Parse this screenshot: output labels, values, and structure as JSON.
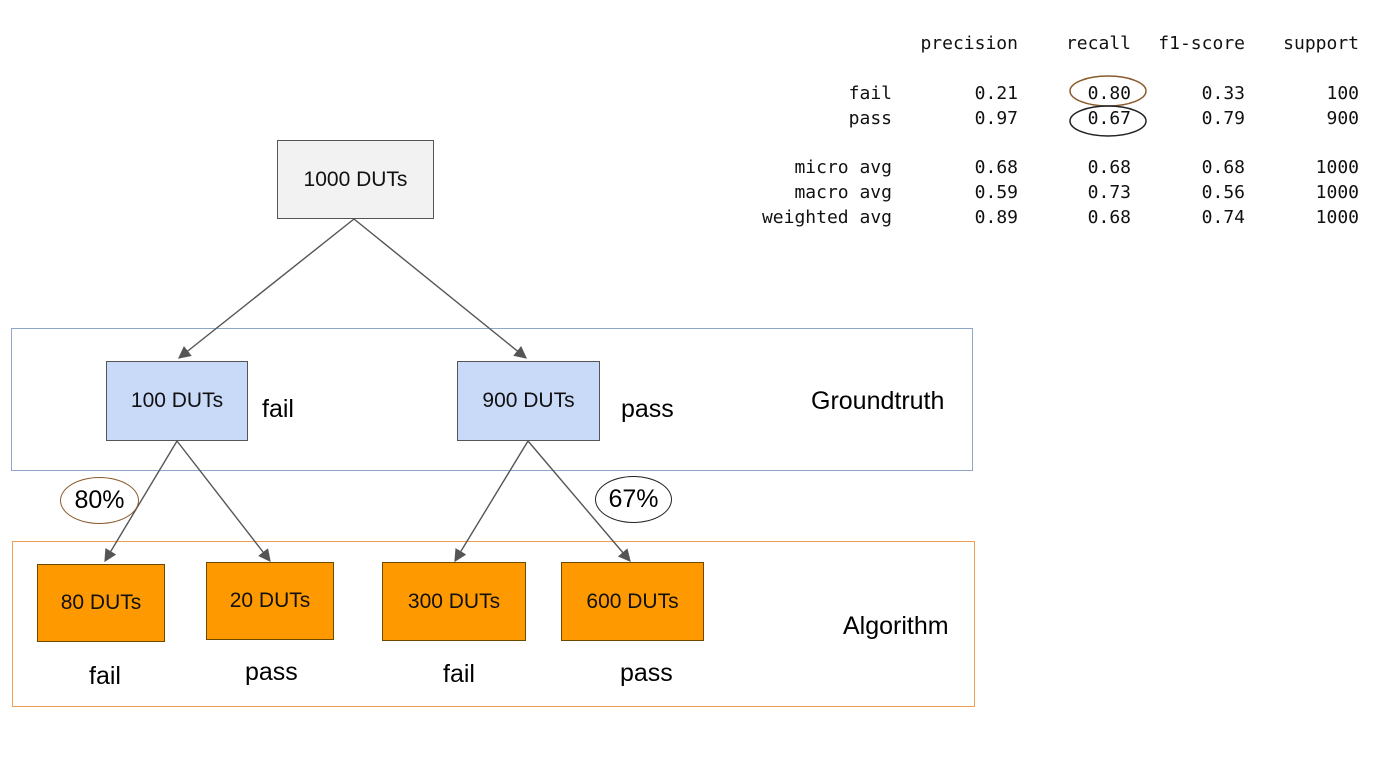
{
  "colors": {
    "root_fill": "#f2f2f2",
    "groundtruth_fill": "#c9daf8",
    "groundtruth_frame": "#8ea6c8",
    "algorithm_fill": "#ff9900",
    "algorithm_frame": "#f0a050",
    "fail_circle": "#8a5a2b",
    "pass_circle": "#222222",
    "arrow": "#555555"
  },
  "diagram": {
    "root": {
      "text": "1000 DUTs"
    },
    "groundtruth": {
      "label": "Groundtruth",
      "nodes": [
        {
          "text": "100 DUTs",
          "class_label": "fail"
        },
        {
          "text": "900 DUTs",
          "class_label": "pass"
        }
      ]
    },
    "algorithm": {
      "label": "Algorithm",
      "nodes": [
        {
          "text": "80 DUTs",
          "class_label": "fail"
        },
        {
          "text": "20 DUTs",
          "class_label": "pass"
        },
        {
          "text": "300 DUTs",
          "class_label": "fail"
        },
        {
          "text": "600 DUTs",
          "class_label": "pass"
        }
      ]
    },
    "recall_badges": [
      {
        "text": "80%",
        "class": "fail"
      },
      {
        "text": "67%",
        "class": "pass"
      }
    ]
  },
  "report": {
    "headers": [
      "precision",
      "recall",
      "f1-score",
      "support"
    ],
    "rows": [
      {
        "label": "fail",
        "precision": "0.21",
        "recall": "0.80",
        "f1": "0.33",
        "support": "100"
      },
      {
        "label": "pass",
        "precision": "0.97",
        "recall": "0.67",
        "f1": "0.79",
        "support": "900"
      }
    ],
    "averages": [
      {
        "label": "micro avg",
        "precision": "0.68",
        "recall": "0.68",
        "f1": "0.68",
        "support": "1000"
      },
      {
        "label": "macro avg",
        "precision": "0.59",
        "recall": "0.73",
        "f1": "0.56",
        "support": "1000"
      },
      {
        "label": "weighted avg",
        "precision": "0.89",
        "recall": "0.68",
        "f1": "0.74",
        "support": "1000"
      }
    ]
  }
}
